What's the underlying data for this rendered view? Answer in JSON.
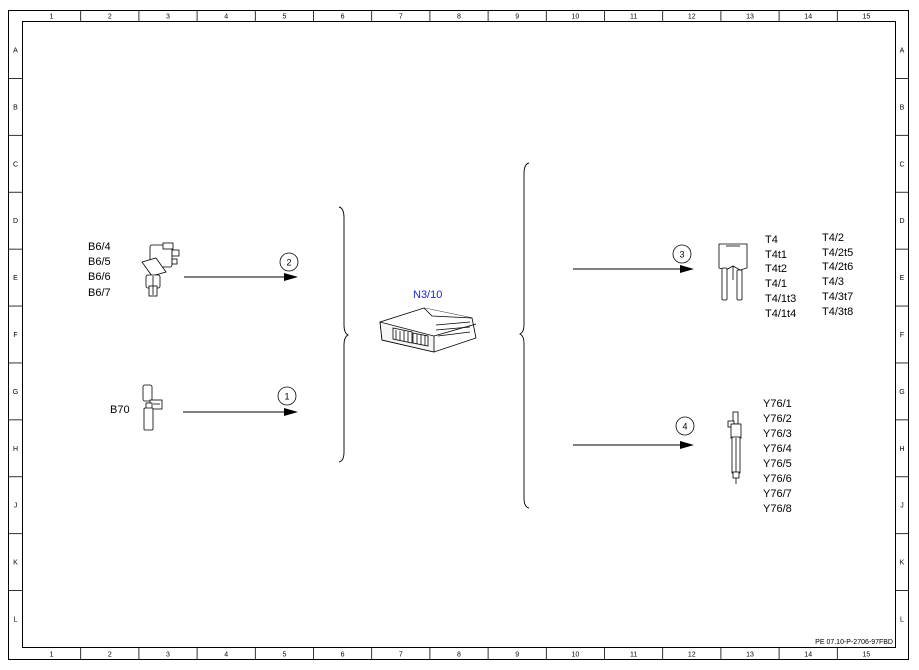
{
  "grid": {
    "columns": [
      "1",
      "2",
      "3",
      "4",
      "5",
      "6",
      "7",
      "8",
      "9",
      "10",
      "11",
      "12",
      "13",
      "14",
      "15"
    ],
    "rows": [
      "A",
      "B",
      "C",
      "D",
      "E",
      "F",
      "G",
      "H",
      "J",
      "K",
      "L"
    ]
  },
  "ecu": {
    "label": "N3/10"
  },
  "left_components": [
    {
      "labels": [
        "B6/4",
        "B6/5",
        "B6/6",
        "B6/7"
      ],
      "circle": "2",
      "icon": "camshaft-sensor-icon"
    },
    {
      "labels": [
        "B70"
      ],
      "circle": "1",
      "icon": "crankshaft-sensor-icon"
    }
  ],
  "right_components": [
    {
      "circle": "3",
      "icon": "glow-plug-connector-icon",
      "labels_col1": [
        "T4",
        "T4t1",
        "T4t2",
        "T4/1",
        "T4/1t3",
        "T4/1t4"
      ],
      "labels_col2": [
        "T4/2",
        "T4/2t5",
        "T4/2t6",
        "T4/3",
        "T4/3t7",
        "T4/3t8"
      ]
    },
    {
      "circle": "4",
      "icon": "injector-icon",
      "labels_col1": [
        "Y76/1",
        "Y76/2",
        "Y76/3",
        "Y76/4",
        "Y76/5",
        "Y76/6",
        "Y76/7",
        "Y76/8"
      ]
    }
  ],
  "reference": "PE 07.10-P-2706-97FBD"
}
